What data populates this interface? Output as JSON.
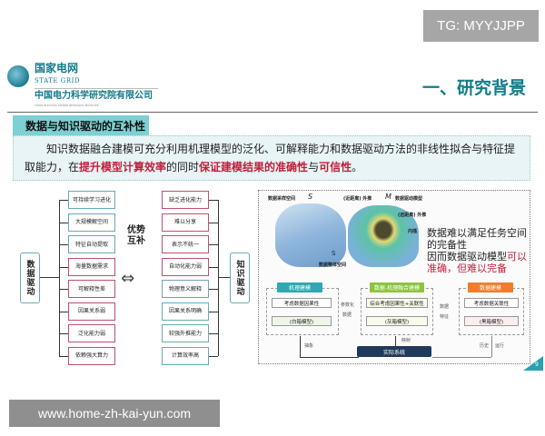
{
  "watermarks": {
    "top": "TG: MYYJJPP",
    "bottom": "www.home-zh-kai-yun.com"
  },
  "header": {
    "logo_cn": "国家电网",
    "logo_en": "STATE GRID",
    "company": "中国电力科学研究院有限公司",
    "company_en": "CHINA ELECTRIC POWER RESEARCH INSTITUTE",
    "title": "一、研究背景"
  },
  "section": {
    "tag": "数据与知识驱动的互补性",
    "intro": {
      "p1": "知识数据融合建模可充分利用机理模型的泛化、可解释能力和数据驱动方法的非线性拟合与特征提取能力，在",
      "h1": "提升模型计算效率",
      "p2": "的同时",
      "h2": "保证建模结果的准确性",
      "p3": "与",
      "h3": "可信性",
      "p4": "。"
    }
  },
  "diagram": {
    "left_label": "数据驱动",
    "right_label": "知识驱动",
    "center": "优势互补",
    "arrow": "⇔",
    "left_items": [
      "可持续学习进化",
      "大规模解空间",
      "特征自动提取",
      "海量数据需求",
      "可解释性差",
      "因果关系弱",
      "泛化能力弱",
      "依赖强大算力"
    ],
    "right_items": [
      "缺乏进化能力",
      "难以分享",
      "表示不统一",
      "自动化能力弱",
      "物理意义解释",
      "因果关系明确",
      "较强外推能力",
      "计算效率高"
    ]
  },
  "panel": {
    "labels": {
      "sample_space": "数据采样空间",
      "S": "S",
      "s": "S",
      "whole_space": "数据整体空间",
      "near": "(近距离) 外推",
      "M": "M",
      "dd_model": "数据驱动模型",
      "far": "(远距离) 外推",
      "inner": "内插"
    },
    "text1": "数据难以满足任务空间的完备性",
    "text2": "因而数据驱动模型",
    "text3": "可以准确，但难以完备",
    "groups": [
      {
        "head": "机理建模",
        "line1": "考虑数据因果性",
        "line2": "(白箱模型)",
        "color": "#2fa8b3"
      },
      {
        "head": "数据-机理融合建模",
        "line1": "综合考虑因果性+关联性",
        "line2": "(灰箱模型)",
        "color": "#8cc43e"
      },
      {
        "head": "数据建模",
        "line1": "考虑数据关联性",
        "line2": "(黑箱模型)",
        "color": "#ef7d2e"
      }
    ],
    "arrow_left": [
      "参数化",
      "数据"
    ],
    "arrow_right": [
      "数据",
      "特征"
    ],
    "real_system": "实际系统",
    "abstract": "抽象",
    "map": "映射",
    "history": "历史",
    "run": "运行"
  },
  "page_number": "9"
}
